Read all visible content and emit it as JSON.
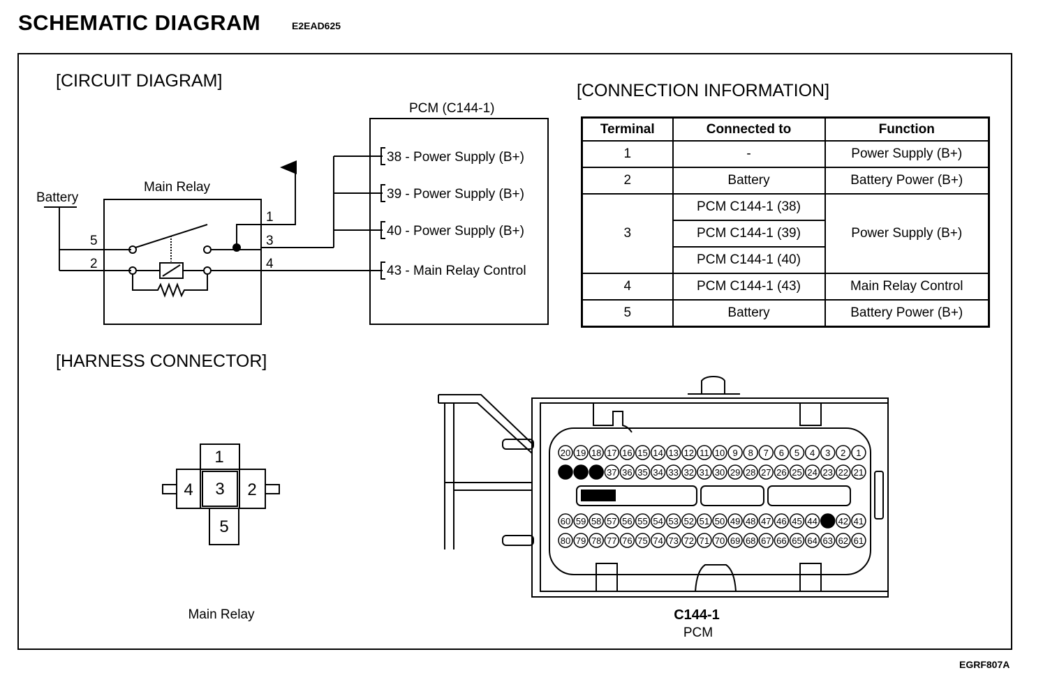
{
  "header": {
    "title": "SCHEMATIC  DIAGRAM",
    "doc_code": "E2EAD625",
    "figure_code": "EGRF807A"
  },
  "circuit": {
    "heading": "[CIRCUIT DIAGRAM]",
    "battery_label": "Battery",
    "relay_label": "Main Relay",
    "relay_pins": [
      "1",
      "3",
      "4",
      "5",
      "2"
    ],
    "pcm_label": "PCM (C144-1)",
    "pcm_pins": [
      "38 - Power Supply (B+)",
      "39 - Power Supply (B+)",
      "40 - Power Supply (B+)",
      "43 - Main Relay Control"
    ]
  },
  "connection_info": {
    "heading": "[CONNECTION INFORMATION]",
    "headers": [
      "Terminal",
      "Connected to",
      "Function"
    ],
    "rows": [
      {
        "terminal": "1",
        "connected": [
          "-"
        ],
        "function": "Power Supply (B+)"
      },
      {
        "terminal": "2",
        "connected": [
          "Battery"
        ],
        "function": "Battery Power (B+)"
      },
      {
        "terminal": "3",
        "connected": [
          "PCM C144-1 (38)",
          "PCM C144-1 (39)",
          "PCM C144-1 (40)"
        ],
        "function": "Power Supply (B+)"
      },
      {
        "terminal": "4",
        "connected": [
          "PCM C144-1 (43)"
        ],
        "function": "Main Relay Control"
      },
      {
        "terminal": "5",
        "connected": [
          "Battery"
        ],
        "function": "Battery Power (B+)"
      }
    ]
  },
  "harness": {
    "heading": "[HARNESS CONNECTOR]",
    "relay_connector_label": "Main Relay",
    "relay_terminals": [
      "1",
      "4",
      "3",
      "2",
      "5"
    ],
    "pcm_connector_code": "C144-1",
    "pcm_connector_label": "PCM",
    "pin_rows": [
      {
        "start": 20,
        "end": 1,
        "filled": []
      },
      {
        "start": 40,
        "end": 21,
        "filled": [
          40,
          39,
          38
        ]
      },
      {
        "start": 60,
        "end": 41,
        "filled": [
          43
        ]
      },
      {
        "start": 80,
        "end": 61,
        "filled": []
      }
    ]
  }
}
